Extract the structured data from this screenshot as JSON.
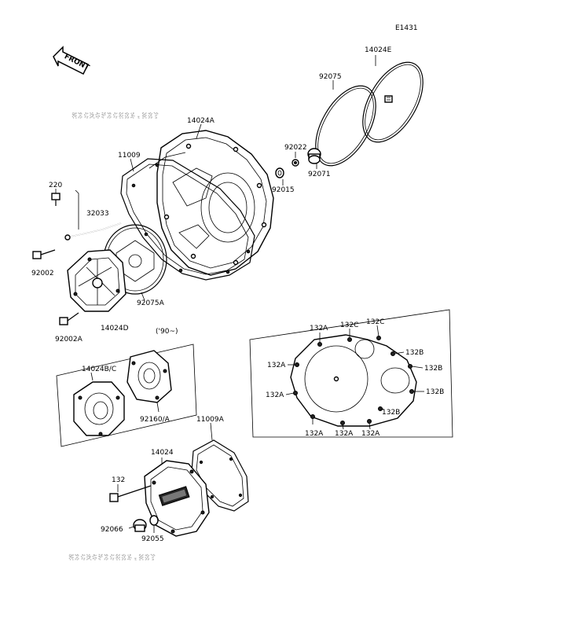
{
  "diagram": {
    "code": "E1431",
    "front_label": "FRONT",
    "watermark": "MICROFICHES.NET",
    "bracket_note": "('90~)",
    "parts": {
      "p14024E": "14024E",
      "p92075": "92075",
      "p14024A": "14024A",
      "p11009": "11009",
      "p92022": "92022",
      "p92071": "92071",
      "p92015": "92015",
      "p220": "220",
      "p32033": "32033",
      "p92002": "92002",
      "p92075A": "92075A",
      "p92002A": "92002A",
      "p14024D": "14024D",
      "p14024BC": "14024B/C",
      "p92160A": "92160/A",
      "p11009A": "11009A",
      "p14024": "14024",
      "p132": "132",
      "p92066": "92066",
      "p92055": "92055"
    },
    "detail_labels": {
      "a1": "132A",
      "c1": "132C",
      "c2": "132C",
      "b1": "132B",
      "a2": "132A",
      "b2": "132B",
      "a3": "132A",
      "b3": "132B",
      "b4": "132B",
      "a4": "132A",
      "a5": "132A",
      "a6": "132A"
    }
  }
}
